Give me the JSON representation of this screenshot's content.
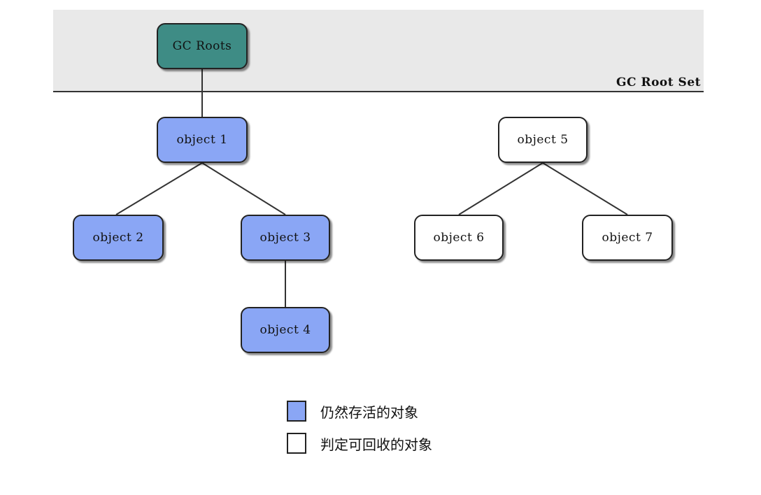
{
  "root_set": {
    "label": "GC Root Set"
  },
  "nodes": {
    "gc_roots": "GC Roots",
    "object1": "object 1",
    "object2": "object 2",
    "object3": "object 3",
    "object4": "object 4",
    "object5": "object 5",
    "object6": "object 6",
    "object7": "object 7"
  },
  "legend": {
    "alive": "仍然存活的对象",
    "garbage": "判定可回收的对象"
  },
  "colors": {
    "root": "#3e8c85",
    "alive": "#8aa6f5",
    "garbage": "#ffffff",
    "band": "#e9e9e9"
  }
}
